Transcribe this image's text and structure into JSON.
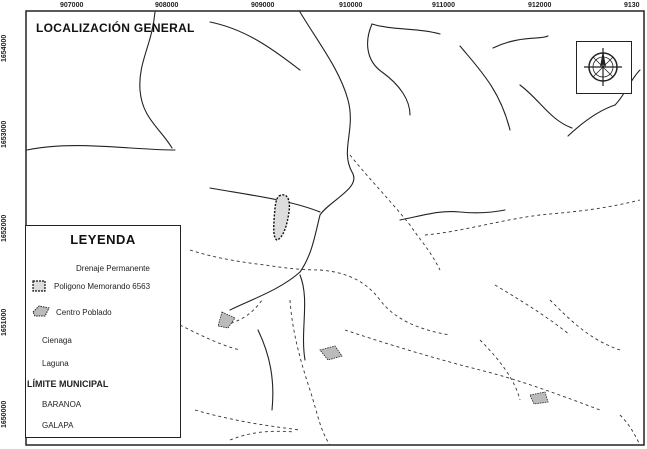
{
  "map": {
    "title": "LOCALIZACIÓN GENERAL",
    "x_ticks": [
      "907000",
      "908000",
      "909000",
      "910000",
      "911000",
      "912000",
      "9130"
    ],
    "y_ticks": [
      "1654000",
      "1653000",
      "1652000",
      "1651000",
      "1650000"
    ]
  },
  "legend": {
    "title": "LEYENDA",
    "items": {
      "drenaje": "Drenaje Permanente",
      "poligono": "Poligono Memorando 6563",
      "centro": "Centro Poblado",
      "cienaga": "Cienaga",
      "laguna": "Laguna",
      "limite": "LÍMITE MUNICIPAL",
      "baranoa": "BARANOA",
      "galapa": "GALAPA"
    }
  },
  "north_arrow": {
    "icon": "compass-rose-icon"
  }
}
